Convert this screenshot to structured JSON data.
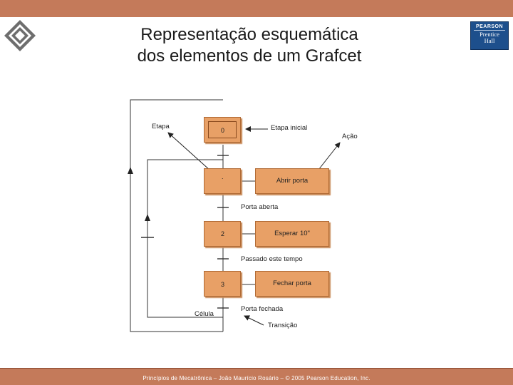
{
  "slide": {
    "title_line1": "Representação esquemática",
    "title_line2": "dos elementos de um Grafcet",
    "footer": "Princípios de Mecatrônica – João Maurício Rosário – © 2005 Pearson Education, Inc.",
    "publisher": {
      "top": "PEARSON",
      "line1": "Prentice",
      "line2": "Hall"
    }
  },
  "diagram": {
    "labels": {
      "etapa": "Etapa",
      "etapa_inicial": "Etapa inicial",
      "acao": "Ação",
      "celula": "Célula",
      "transicao": "Transição"
    },
    "steps": [
      {
        "number": "0"
      },
      {
        "number": "."
      },
      {
        "number": "2"
      },
      {
        "number": "3"
      }
    ],
    "actions": [
      {
        "label": "Abrir porta"
      },
      {
        "label": "Esperar 10\""
      },
      {
        "label": "Fechar porta"
      }
    ],
    "transitions": [
      {
        "label": "Porta aberta"
      },
      {
        "label": "Passado este tempo"
      },
      {
        "label": "Porta fechada"
      }
    ]
  },
  "colors": {
    "bar": "#c47a5a",
    "box_fill": "#e8a066",
    "box_border": "#b06a34",
    "publisher_blue": "#1d4f8c"
  }
}
